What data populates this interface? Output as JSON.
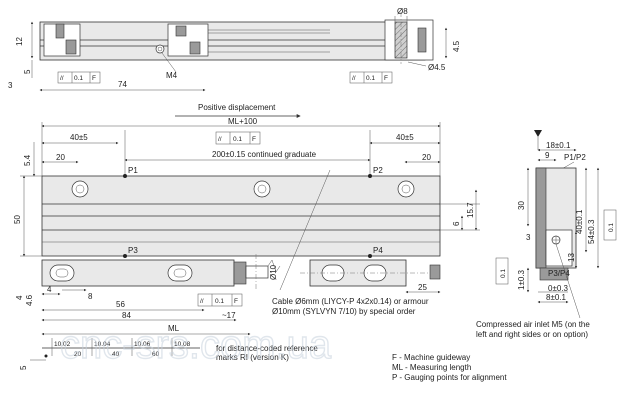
{
  "top_view": {
    "dim_height": "12",
    "dim_offset": "5",
    "dim_3": "3",
    "dim_74": "74",
    "thread_m4": "M4",
    "tol_frame": {
      "symbol": "//",
      "value": "0.1",
      "datum": "F"
    },
    "dim_d8": "Ø8",
    "dim_d4_5": "Ø4.5",
    "dim_4_5": "4.5",
    "tol_frame2": {
      "symbol": "//",
      "value": "0.1",
      "datum": "F"
    }
  },
  "main_view": {
    "positive_displacement": "Positive displacement",
    "ml_plus_100": "ML+100",
    "tol_frame_top": {
      "symbol": "//",
      "value": "0.1",
      "datum": "F"
    },
    "dim_40_left": "40±5",
    "dim_40_right": "40±5",
    "dim_20_left": "20",
    "dim_20_right": "20",
    "continued_graduate": "200±0.15 continued graduate",
    "label_p1": "P1",
    "label_p2": "P2",
    "label_p3": "P3",
    "label_p4": "P4",
    "dim_5_4": "5.4",
    "dim_50": "50",
    "dim_15_7": "15.7",
    "dim_6": "6",
    "dim_4": "4",
    "dim_4_6": "4.6",
    "dim_8": "8",
    "dim_56": "56",
    "dim_84": "84",
    "dim_17": "~17",
    "dim_d10": "Ø10",
    "dim_25": "25",
    "tol_frame_bottom": {
      "symbol": "//",
      "value": "0.1",
      "datum": "F"
    },
    "cable_text_1": "Cable Ø6mm (LIYCY-P 4x2x0.14) or armour",
    "cable_text_2": "Ø10mm (SYLVYN 7/10) by special order",
    "dim_ml": "ML",
    "dim_5": "5",
    "ref_marks": [
      "10.02",
      "10.04",
      "10.06",
      "10.08"
    ],
    "ref_steps": [
      "20",
      "40",
      "60"
    ],
    "ref_note_1": "for distance-coded reference",
    "ref_note_2": "marks RI (version K)"
  },
  "end_view": {
    "dim_18": "18±0.1",
    "dim_9": "9",
    "label_p1p2": "P1/P2",
    "dim_30": "30",
    "dim_40": "40±0.1",
    "dim_54": "54±0.3",
    "dim_0_1": "0.1",
    "dim_3": "3",
    "dim_13": "13",
    "dim_1": "1±0.3",
    "label_p3p4": "P3/P4",
    "dim_0_3": "0±0.3",
    "dim_8": "8±0.1",
    "dim_0_1_left": "0.1",
    "note_1": "Compressed air inlet M5 (on the",
    "note_2": "left and right sides or on option)"
  },
  "legend": {
    "items": [
      "F - Machine guideway",
      "ML - Measuring length",
      "P - Gauging points for alignment"
    ]
  },
  "watermark": "cnc-srs.com.ua"
}
